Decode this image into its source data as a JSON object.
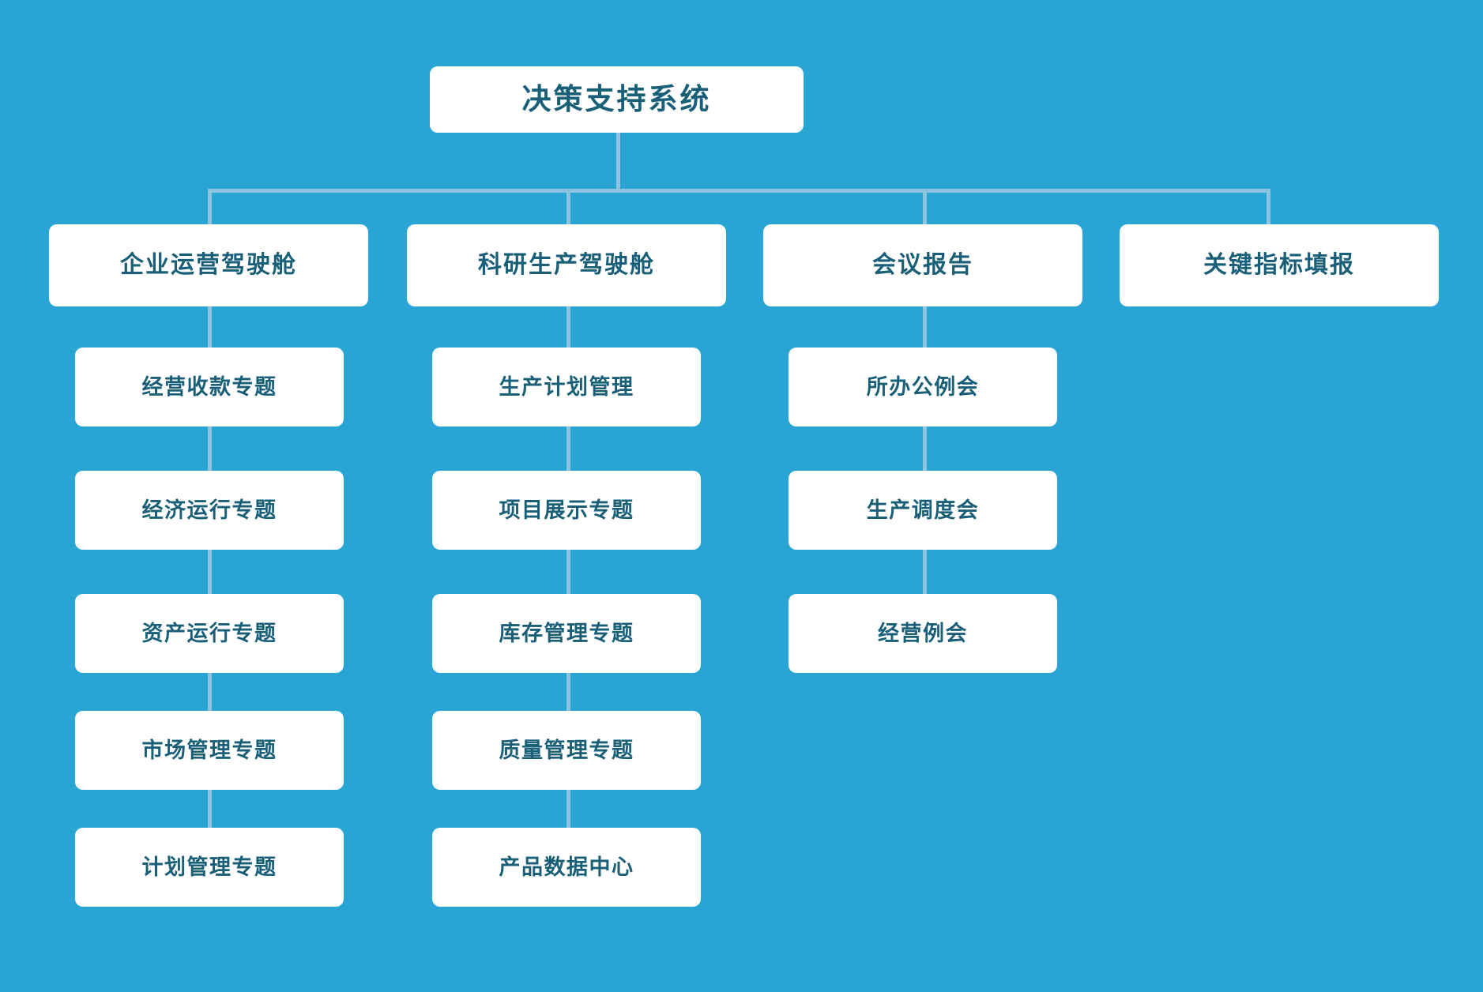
{
  "diagram": {
    "title": "决策支持系统",
    "type": "org-chart",
    "colors": {
      "background": "#29a5d4",
      "node_fill": "#ffffff",
      "node_text": "#1a5f78",
      "connector": "#8cc3dd"
    },
    "root": {
      "label": "决策支持系统"
    },
    "branches": [
      {
        "label": "企业运营驾驶舱",
        "children": [
          {
            "label": "经营收款专题"
          },
          {
            "label": "经济运行专题"
          },
          {
            "label": "资产运行专题"
          },
          {
            "label": "市场管理专题"
          },
          {
            "label": "计划管理专题"
          }
        ]
      },
      {
        "label": "科研生产驾驶舱",
        "children": [
          {
            "label": "生产计划管理"
          },
          {
            "label": "项目展示专题"
          },
          {
            "label": "库存管理专题"
          },
          {
            "label": "质量管理专题"
          },
          {
            "label": "产品数据中心"
          }
        ]
      },
      {
        "label": "会议报告",
        "children": [
          {
            "label": "所办公例会"
          },
          {
            "label": "生产调度会"
          },
          {
            "label": "经营例会"
          }
        ]
      },
      {
        "label": "关键指标填报",
        "children": []
      }
    ]
  }
}
